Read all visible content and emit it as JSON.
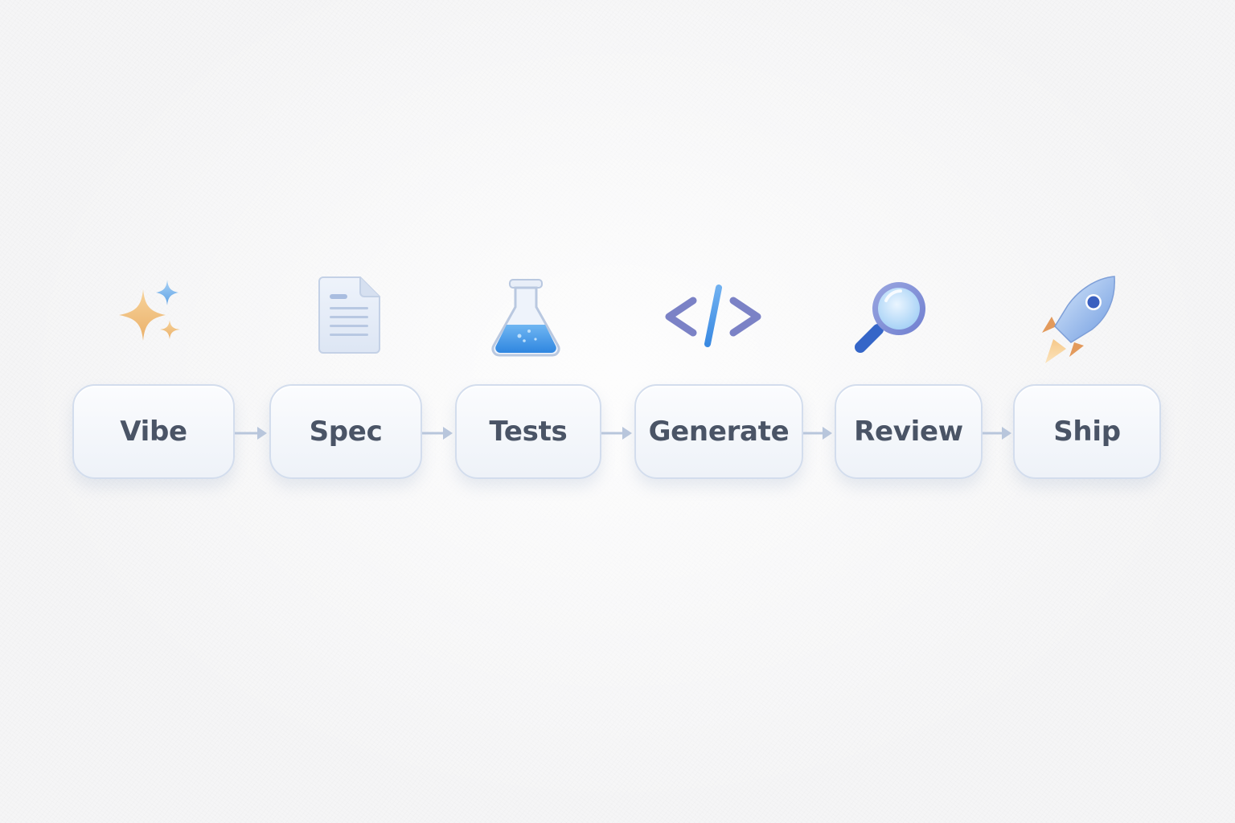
{
  "flow": {
    "steps": [
      {
        "label": "Vibe",
        "icon": "sparkles-icon"
      },
      {
        "label": "Spec",
        "icon": "document-icon"
      },
      {
        "label": "Tests",
        "icon": "flask-icon"
      },
      {
        "label": "Generate",
        "icon": "code-icon"
      },
      {
        "label": "Review",
        "icon": "magnifier-icon"
      },
      {
        "label": "Ship",
        "icon": "rocket-icon"
      }
    ],
    "connector_icon": "arrow-right-icon"
  },
  "colors": {
    "label_text": "#4a5466",
    "box_border": "#d3dded",
    "arrow": "#b8c6dc",
    "sparkle_gold": "#f2c27d",
    "sparkle_blue": "#7fb6ec",
    "flask_liquid": "#3e95e8",
    "code_purple": "#7b7fc4",
    "code_blue": "#4a9be8",
    "rocket_blue": "#7fa9e6",
    "rocket_orange": "#e5975a"
  }
}
